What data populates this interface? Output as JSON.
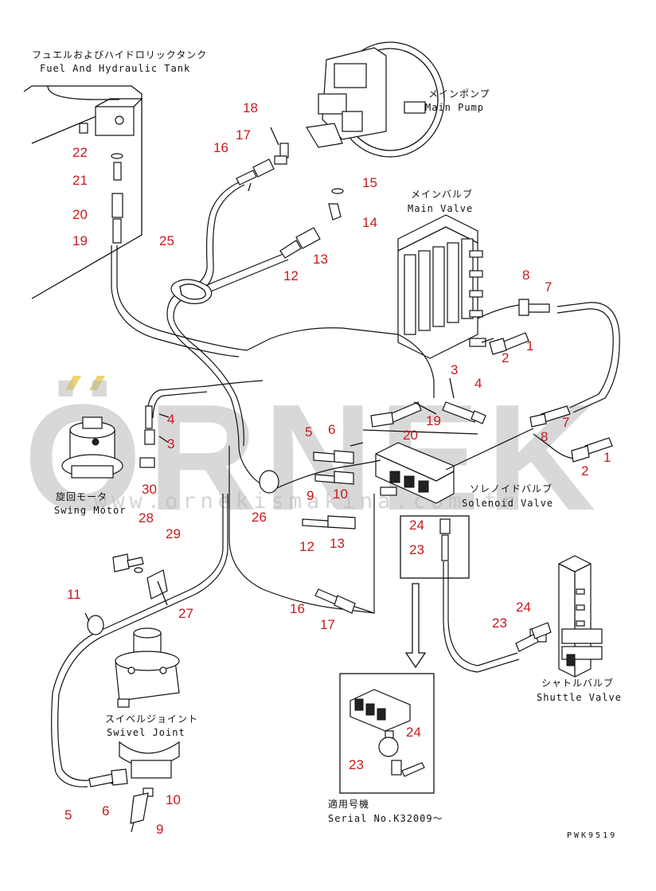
{
  "diagram": {
    "watermark": {
      "brand": "ÖRNEK",
      "url": "www.ornekismakina.com.tr"
    },
    "drawing_code": "PWK9519",
    "components": {
      "fuel_tank": {
        "jp": "フュエルおよびハイドロリックタンク",
        "en": "Fuel And Hydraulic Tank"
      },
      "main_pump": {
        "jp": "メインポンプ",
        "en": "Main Pump"
      },
      "main_valve": {
        "jp": "メインバルブ",
        "en": "Main Valve"
      },
      "swing_motor": {
        "jp": "旋回モータ",
        "en": "Swing Motor"
      },
      "solenoid_valve": {
        "jp": "ソレノイドバルブ",
        "en": "Solenoid Valve"
      },
      "swivel_joint": {
        "jp": "スイベルジョイント",
        "en": "Swivel Joint"
      },
      "shuttle_valve": {
        "jp": "シャトルバルブ",
        "en": "Shuttle Valve"
      },
      "serial": {
        "jp": "適用号機",
        "en": "Serial No.K32009～"
      }
    },
    "callouts": {
      "c22": "22",
      "c21": "21",
      "c20a": "20",
      "c19a": "19",
      "c18": "18",
      "c17a": "17",
      "c16a": "16",
      "c15": "15",
      "c14": "14",
      "c25": "25",
      "c13a": "13",
      "c12a": "12",
      "c8a": "8",
      "c7a": "7",
      "c1a": "1",
      "c2a": "2",
      "c3a": "3",
      "c4a": "4",
      "c19b": "19",
      "c20b": "20",
      "c8b": "8",
      "c7b": "7",
      "c1b": "1",
      "c2b": "2",
      "c4b": "4",
      "c3b": "3",
      "c30": "30",
      "c5a": "5",
      "c6a": "6",
      "c9a": "9",
      "c10a": "10",
      "c26": "26",
      "c12b": "12",
      "c13b": "13",
      "c24a": "24",
      "c23a": "23",
      "c28": "28",
      "c29": "29",
      "c11": "11",
      "c27": "27",
      "c16b": "16",
      "c17b": "17",
      "c23b": "23",
      "c24b": "24",
      "c24c": "24",
      "c23c": "23",
      "c10b": "10",
      "c5b": "5",
      "c6b": "6",
      "c9b": "9"
    },
    "colors": {
      "callout": "#c8191e",
      "line": "#111111",
      "watermark": "#b9b9b9",
      "watermark_accent": "#e8c84a"
    }
  }
}
